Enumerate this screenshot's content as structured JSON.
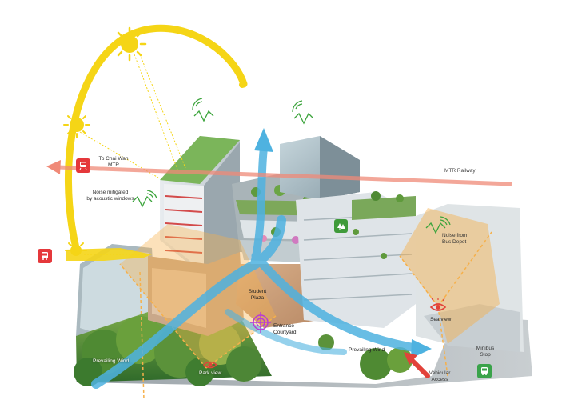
{
  "labels": {
    "to_chai_wan_line1": "To Chai Wan",
    "to_chai_wan_line2": "MTR",
    "mtr_railway": "MTR Railway",
    "noise_windows_line1": "Noise mitigated",
    "noise_windows_line2": "by acoustic windows",
    "noise_depot_line1": "Noise from",
    "noise_depot_line2": "Bus Depot",
    "student_plaza_line1": "Student",
    "student_plaza_line2": "Plaza",
    "entrance_courtyard_line1": "Entrance",
    "entrance_courtyard_line2": "Courtyard",
    "prevailing_wind_left": "Prevailing Wind",
    "prevailing_wind_right": "Prevailing Wind",
    "park_view": "Park view",
    "sea_view": "Sea view",
    "minibus_stop_line1": "Minibus",
    "minibus_stop_line2": "Stop",
    "vehicular_access_line1": "Vehicular",
    "vehicular_access_line2": "Access"
  },
  "icons": {
    "sun": "sun-icon",
    "train": "train-icon",
    "bus": "bus-icon",
    "noise": "noise-wave-icon",
    "eye": "eye-icon",
    "tree": "tree-icon",
    "target": "target-icon"
  },
  "colors": {
    "sun_path": "#f5d516",
    "rail_arrow": "#f08a78",
    "wind": "#4eb2e0",
    "view_cone": "#f6b04a",
    "noise": "#3ca43c",
    "transport_red": "#e5383b",
    "minibus_green": "#3aa34a",
    "tree_green": "#3f9a3a",
    "target_purple": "#b83ad6",
    "vehicle_arrow": "#e2423a"
  }
}
